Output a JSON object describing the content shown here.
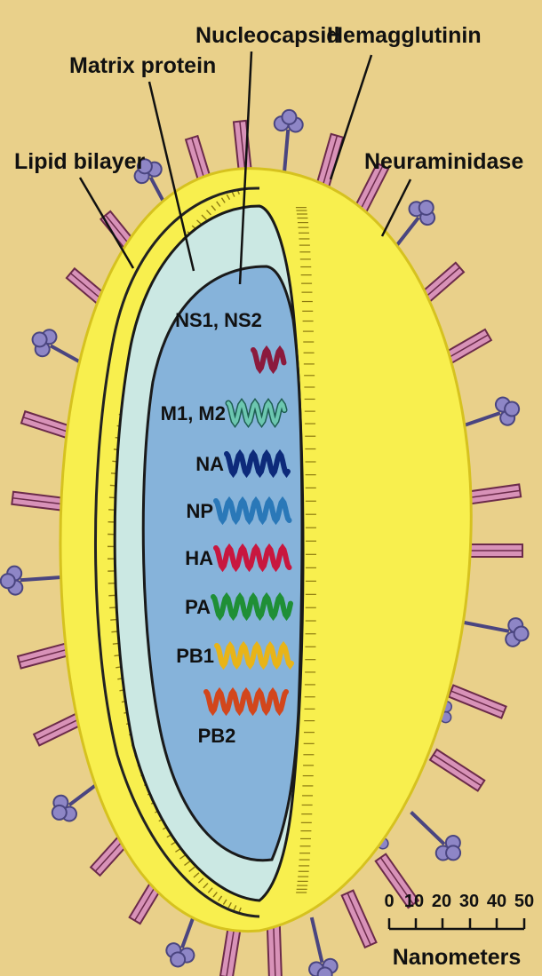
{
  "labels": {
    "lipid_bilayer": "Lipid bilayer",
    "matrix_protein": "Matrix protein",
    "nucleocapsid": "Nucleocapsid",
    "hemagglutinin": "Hemagglutinin",
    "neuraminidase": "Neuraminidase"
  },
  "segments": [
    {
      "name": "NS1, NS2",
      "color": "#8b1a3d",
      "style": "solid"
    },
    {
      "name": "M1, M2",
      "color": "#6cc7b0",
      "style": "outline"
    },
    {
      "name": "NA",
      "color": "#0d2a7a",
      "style": "solid"
    },
    {
      "name": "NP",
      "color": "#2a78b8",
      "style": "solid"
    },
    {
      "name": "HA",
      "color": "#c8173f",
      "style": "solid"
    },
    {
      "name": "PA",
      "color": "#1f8f36",
      "style": "solid"
    },
    {
      "name": "PB1",
      "color": "#e8b418",
      "style": "solid"
    },
    {
      "name": "PB2",
      "color": "#d2461c",
      "style": "solid"
    }
  ],
  "scale_bar": {
    "ticks": [
      "0",
      "10",
      "20",
      "30",
      "40",
      "50"
    ],
    "unit": "Nanometers"
  },
  "colors": {
    "background": "#e9d08a",
    "envelope": "#f8ef4e",
    "matrix": "#cbe8e3",
    "core": "#86b3da",
    "hemagglutinin": "#d892b8",
    "neuraminidase": "#8e86c6"
  }
}
